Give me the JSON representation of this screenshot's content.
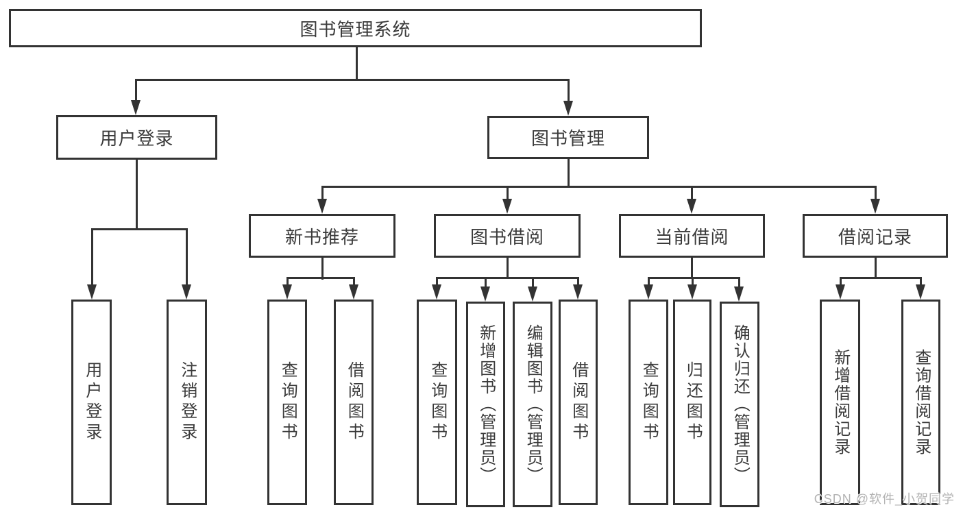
{
  "diagram": {
    "title_node": {
      "label": "图书管理系统"
    },
    "level2": [
      {
        "label": "用户登录"
      },
      {
        "label": "图书管理"
      }
    ],
    "level3": [
      {
        "label": "新书推荐"
      },
      {
        "label": "图书借阅"
      },
      {
        "label": "当前借阅"
      },
      {
        "label": "借阅记录"
      }
    ],
    "leaves": [
      {
        "label": "用户登录",
        "parent": "用户登录"
      },
      {
        "label": "注销登录",
        "parent": "用户登录"
      },
      {
        "label": "查询图书",
        "parent": "新书推荐"
      },
      {
        "label": "借阅图书",
        "parent": "新书推荐"
      },
      {
        "label": "查询图书",
        "parent": "图书借阅"
      },
      {
        "label": "新增图书（管理员）",
        "parent": "图书借阅"
      },
      {
        "label": "编辑图书（管理员）",
        "parent": "图书借阅"
      },
      {
        "label": "借阅图书",
        "parent": "图书借阅"
      },
      {
        "label": "查询图书",
        "parent": "当前借阅"
      },
      {
        "label": "归还图书",
        "parent": "当前借阅"
      },
      {
        "label": "确认归还（管理员）",
        "parent": "当前借阅"
      },
      {
        "label": "新增借阅记录",
        "parent": "借阅记录"
      },
      {
        "label": "查询借阅记录",
        "parent": "借阅记录"
      }
    ]
  },
  "colors": {
    "line": "#333333",
    "text": "#3a3a3a",
    "background": "#ffffff",
    "watermark": "#b3b3b3"
  },
  "watermark": {
    "text": "CSDN @软件_小贺同学"
  }
}
